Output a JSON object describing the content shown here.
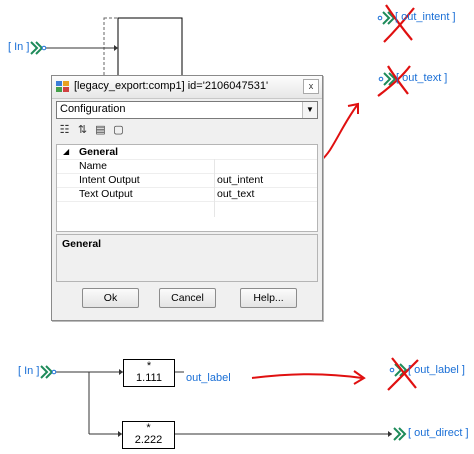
{
  "diagram_top": {
    "input_port": "[ In ]",
    "out_intent": "[ out_intent ]",
    "out_text": "[ out_text ]"
  },
  "dialog": {
    "title": "[legacy_export:comp1] id='2106047531'",
    "close": "x",
    "combo_value": "Configuration",
    "category": "General",
    "properties": [
      {
        "name": "Name",
        "value": ""
      },
      {
        "name": "Intent Output",
        "value": "out_intent"
      },
      {
        "name": "Text Output",
        "value": "out_text"
      }
    ],
    "description_title": "General",
    "buttons": {
      "ok": "Ok",
      "cancel": "Cancel",
      "help": "Help..."
    }
  },
  "diagram_bottom": {
    "input_port": "[ In ]",
    "gain1_op": "*",
    "gain1_value": "1.111",
    "gain2_op": "*",
    "gain2_value": "2.222",
    "signal_label": "out_label",
    "out_label": "[ out_label ]",
    "out_direct": "[ out_direct ]"
  },
  "colors": {
    "port_label": "#1a6fd6",
    "annotation": "#e01010",
    "port_arrow": "#1e8b5a"
  }
}
